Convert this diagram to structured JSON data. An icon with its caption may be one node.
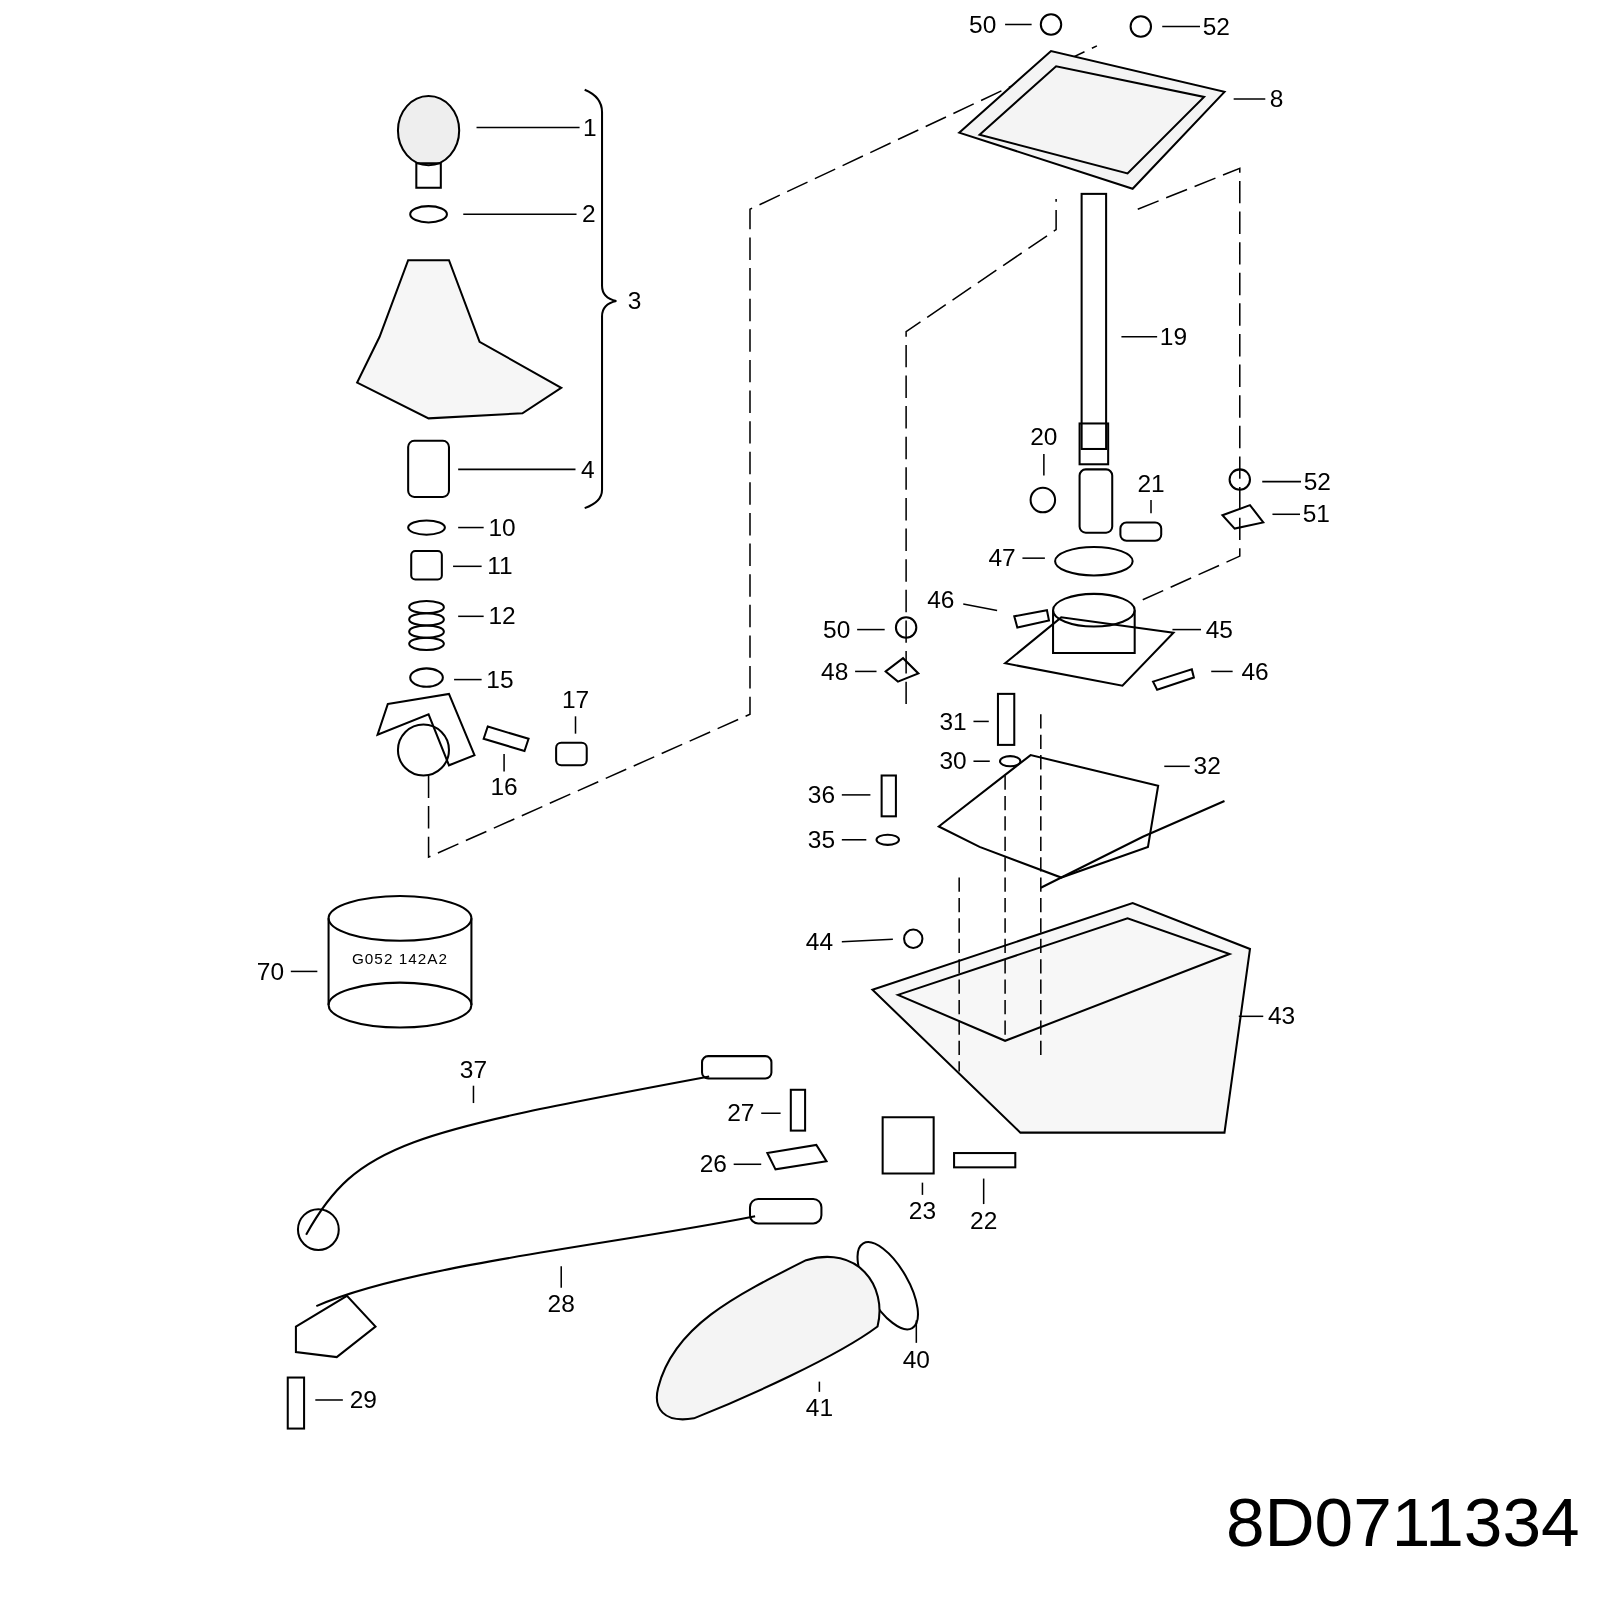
{
  "diagram": {
    "nodes": [
      {
        "text": [
          "50"
        ]
      },
      {
        "text": [
          "52"
        ]
      },
      {
        "text": [
          "1"
        ]
      },
      {
        "text": [
          "8"
        ]
      },
      {
        "text": [
          "2"
        ]
      },
      {
        "text": [
          "19"
        ]
      },
      {
        "text": [
          "20"
        ]
      },
      {
        "text": [
          "4"
        ]
      },
      {
        "text": [
          "52"
        ]
      },
      {
        "text": [
          "21"
        ]
      },
      {
        "text": [
          "51"
        ]
      },
      {
        "text": [
          "10"
        ]
      },
      {
        "text": [
          "47"
        ]
      },
      {
        "text": [
          "11"
        ]
      },
      {
        "text": [
          "46"
        ]
      },
      {
        "text": [
          "12"
        ]
      },
      {
        "text": [
          "50"
        ]
      },
      {
        "text": [
          "45"
        ]
      },
      {
        "text": [
          "48"
        ]
      },
      {
        "text": [
          "46"
        ]
      },
      {
        "text": [
          "15"
        ]
      },
      {
        "text": [
          "17"
        ]
      },
      {
        "text": [
          "31"
        ]
      },
      {
        "text": [
          "30"
        ]
      },
      {
        "text": [
          "32"
        ]
      },
      {
        "text": [
          "16"
        ]
      },
      {
        "text": [
          "36"
        ]
      },
      {
        "text": [
          "35"
        ]
      },
      {
        "text": [
          "44"
        ]
      },
      {
        "text": [
          "70"
        ]
      },
      {
        "text": [
          "43"
        ]
      },
      {
        "text": [
          "37"
        ]
      },
      {
        "text": [
          "27"
        ]
      },
      {
        "text": [
          "26"
        ]
      },
      {
        "text": [
          "23"
        ]
      },
      {
        "text": [
          "22"
        ]
      },
      {
        "text": [
          "28"
        ]
      },
      {
        "text": [
          "40"
        ]
      },
      {
        "text": [
          "29"
        ]
      },
      {
        "text": [
          "41"
        ]
      }
    ],
    "edges": [
      {
        "from": 0,
        "to": null,
        "arrow": "none"
      },
      {
        "from": 1,
        "to": null,
        "arrow": "none"
      },
      {
        "from": 2,
        "to": null,
        "arrow": "none"
      },
      {
        "from": 3,
        "to": null,
        "arrow": "none"
      },
      {
        "from": 4,
        "to": null,
        "arrow": "none"
      },
      {
        "from": 5,
        "to": null,
        "arrow": "none"
      },
      {
        "from": 6,
        "to": null,
        "arrow": "none"
      },
      {
        "from": 7,
        "to": null,
        "arrow": "none"
      },
      {
        "from": 8,
        "to": null,
        "arrow": "none"
      },
      {
        "from": 9,
        "to": null,
        "arrow": "none"
      },
      {
        "from": 10,
        "to": null,
        "arrow": "none"
      },
      {
        "from": 11,
        "to": null,
        "arrow": "none"
      },
      {
        "from": 12,
        "to": null,
        "arrow": "none"
      },
      {
        "from": 13,
        "to": null,
        "arrow": "none"
      },
      {
        "from": 14,
        "to": null,
        "arrow": "none"
      },
      {
        "from": 15,
        "to": null,
        "arrow": "none"
      },
      {
        "from": 16,
        "to": null,
        "arrow": "none"
      },
      {
        "from": 17,
        "to": null,
        "arrow": "none"
      },
      {
        "from": 18,
        "to": null,
        "arrow": "none"
      },
      {
        "from": 19,
        "to": null,
        "arrow": "none"
      },
      {
        "from": 20,
        "to": null,
        "arrow": "none"
      },
      {
        "from": 21,
        "to": null,
        "arrow": "none"
      },
      {
        "from": 22,
        "to": null,
        "arrow": "none"
      },
      {
        "from": 23,
        "to": null,
        "arrow": "none"
      },
      {
        "from": 24,
        "to": null,
        "arrow": "none"
      },
      {
        "from": 25,
        "to": null,
        "arrow": "none"
      },
      {
        "from": 26,
        "to": null,
        "arrow": "none"
      },
      {
        "from": 27,
        "to": null,
        "arrow": "none"
      },
      {
        "from": 28,
        "to": null,
        "arrow": "none"
      },
      {
        "from": 29,
        "to": null,
        "arrow": "none"
      },
      {
        "from": 30,
        "to": null,
        "arrow": "none"
      },
      {
        "from": 31,
        "to": null,
        "arrow": "none"
      },
      {
        "from": 32,
        "to": null,
        "arrow": "none"
      },
      {
        "from": 33,
        "to": null,
        "arrow": "none"
      },
      {
        "from": 34,
        "to": null,
        "arrow": "none"
      },
      {
        "from": 35,
        "to": null,
        "arrow": "none"
      },
      {
        "from": 36,
        "to": null,
        "arrow": "none"
      },
      {
        "from": 37,
        "to": null,
        "arrow": "none"
      },
      {
        "from": 38,
        "to": null,
        "arrow": "none"
      },
      {
        "from": 39,
        "to": null,
        "arrow": "none"
      }
    ],
    "labels": [
      "3",
      "G052 142A2",
      "8D0711334"
    ]
  }
}
